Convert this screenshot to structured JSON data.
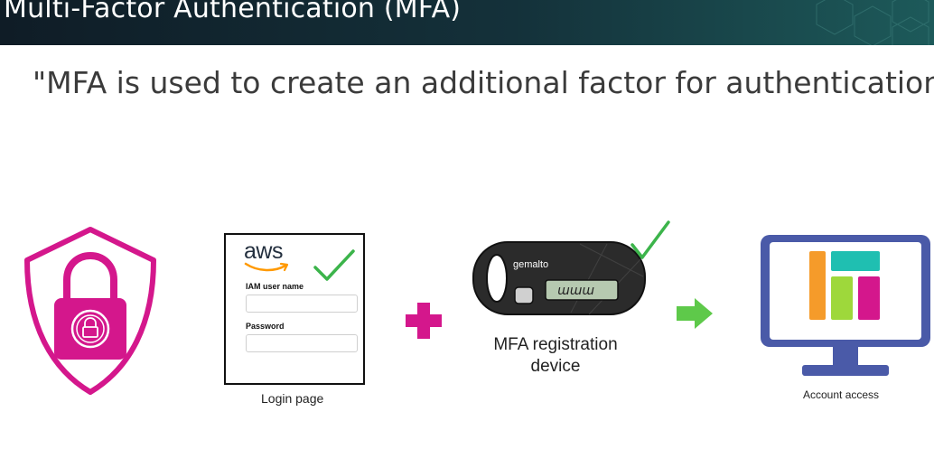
{
  "header": {
    "title": "Multi-Factor Authentication (MFA)"
  },
  "quote": "\"MFA is used to create an additional factor for authentication.\"",
  "login": {
    "logo": "aws",
    "username_label": "IAM user name",
    "password_label": "Password",
    "caption": "Login page"
  },
  "device": {
    "brand": "gemalto",
    "display_text": "ɯɯɯ",
    "caption_line1": "MFA registration",
    "caption_line2": "device"
  },
  "account": {
    "caption": "Account access"
  },
  "colors": {
    "magenta": "#d4178c",
    "green_check": "#3cb44b",
    "arrow_green": "#5ec94a",
    "monitor_blue": "#4a5aa8",
    "panel_orange": "#f59b2a",
    "panel_teal": "#1fbfb1",
    "panel_lime": "#9ed83b",
    "panel_pink": "#d4178c"
  }
}
